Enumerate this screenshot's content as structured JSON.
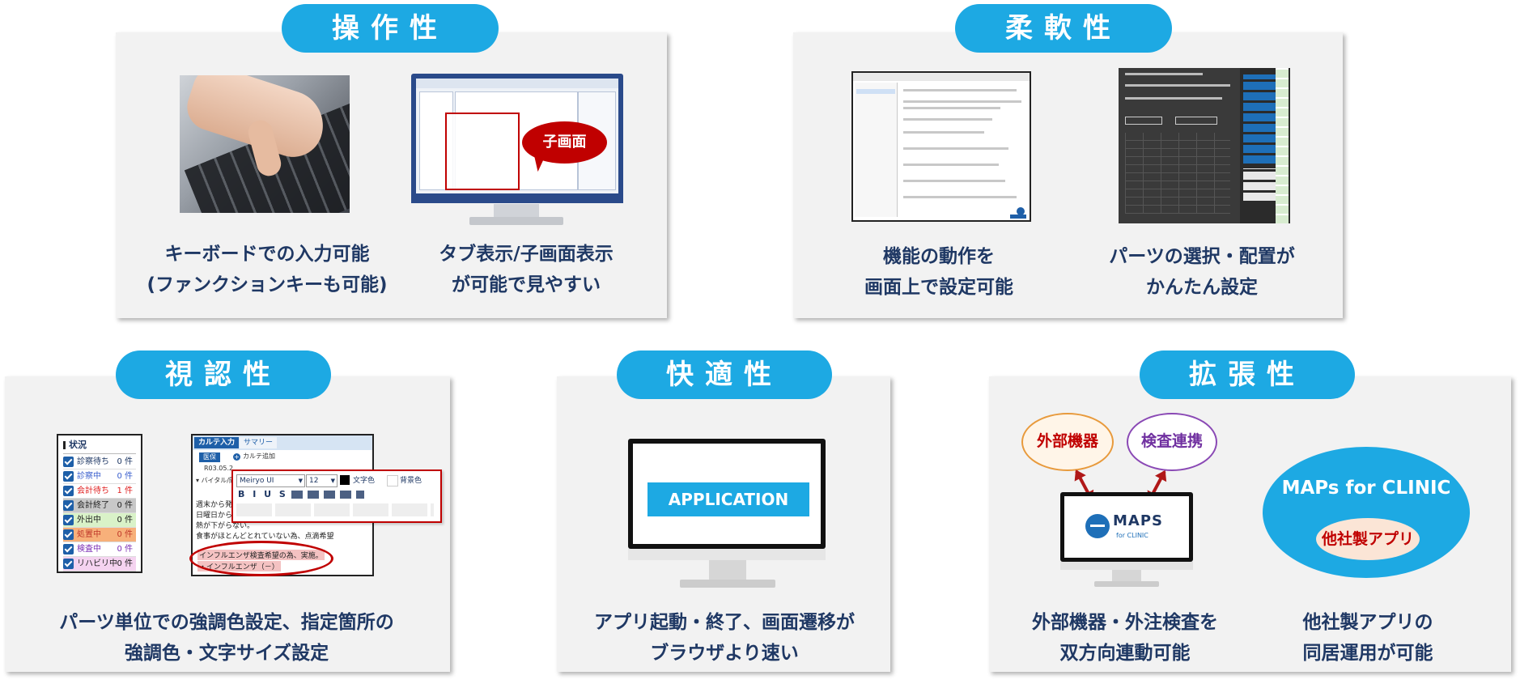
{
  "panels": {
    "operability": {
      "title": "操作性",
      "caption_left": "キーボードでの入力可能\n(ファンクションキーも可能)",
      "caption_right": "タブ表示/子画面表示\nが可能で見やすい",
      "callout": "子画面"
    },
    "flexibility": {
      "title": "柔軟性",
      "caption_left": "機能の動作を\n画面上で設定可能",
      "caption_right": "パーツの選択・配置が\nかんたん設定"
    },
    "visibility": {
      "title": "視認性",
      "caption": "パーツ単位での強調色設定、指定箇所の\n強調色・文字サイズ設定",
      "status_header": "状況",
      "status_rows": [
        {
          "label": "診察待ち",
          "count": "0 件",
          "bg": "#ffffff",
          "fg": "#1f3864"
        },
        {
          "label": "診察中",
          "count": "0 件",
          "bg": "#ffffff",
          "fg": "#3a5fcd"
        },
        {
          "label": "会計待ち",
          "count": "1 件",
          "bg": "#ffffff",
          "fg": "#e02020"
        },
        {
          "label": "会計終了",
          "count": "0 件",
          "bg": "#c8c8c8",
          "fg": "#222222"
        },
        {
          "label": "外出中",
          "count": "0 件",
          "bg": "#d9f2c8",
          "fg": "#222222"
        },
        {
          "label": "処置中",
          "count": "0 件",
          "bg": "#f7b07a",
          "fg": "#c0392b"
        },
        {
          "label": "検査中",
          "count": "0 件",
          "bg": "#ffffff",
          "fg": "#7b2fb5"
        },
        {
          "label": "リハビリ中",
          "count": "0 件",
          "bg": "#f5d3f0",
          "fg": "#222222"
        }
      ],
      "editor": {
        "tab_active": "カルテ入力",
        "tab_inactive": "サマリー",
        "sub_tab": "医保",
        "add_label": "カルテ追加",
        "date_line": "R03.05.2...",
        "vital_label": "バイタル/問",
        "font_name": "Meiryo UI",
        "font_size": "12",
        "text_color_label": "文字色",
        "bg_color_label": "背景色",
        "format_buttons": "B I U S",
        "body_lines": [
          "週末から発熱",
          "日曜日から38",
          "熱が下がらない。",
          "食事がほとんどとれていない為、点滴希望"
        ],
        "highlight_line1": "インフルエンザ検査希望の為、実施。",
        "highlight_line2": "・インフルエンザ（－）"
      }
    },
    "comfort": {
      "title": "快適性",
      "caption": "アプリ起動・終了、画面遷移が\nブラウザより速い",
      "app_label": "APPLICATION"
    },
    "extensibility": {
      "title": "拡張性",
      "caption_left": "外部機器・外注検査を\n双方向連動可能",
      "caption_right": "他社製アプリの\n同居運用が可能",
      "bubble_external": "外部機器",
      "bubble_lab": "検査連携",
      "logo_main": "MAPS",
      "logo_sub": "for CLINIC",
      "maps_label": "MAPs for CLINIC",
      "other_app": "他社製アプリ"
    }
  },
  "colors": {
    "accent": "#1da9e3",
    "text": "#1f3864",
    "red": "#c00000",
    "panel_bg": "#f2f2f2"
  }
}
